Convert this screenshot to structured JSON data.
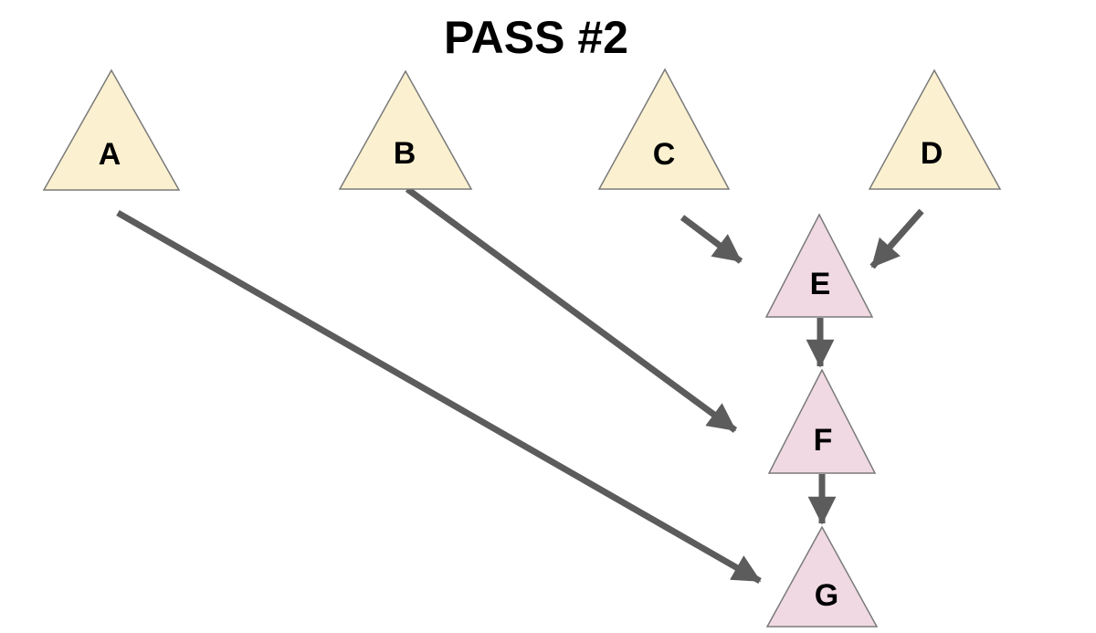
{
  "title": "PASS #2",
  "diagram": {
    "nodes": [
      {
        "id": "A",
        "label": "A",
        "fill": "#FBF1D0"
      },
      {
        "id": "B",
        "label": "B",
        "fill": "#FBF1D0"
      },
      {
        "id": "C",
        "label": "C",
        "fill": "#FBF1D0"
      },
      {
        "id": "D",
        "label": "D",
        "fill": "#FBF1D0"
      },
      {
        "id": "E",
        "label": "E",
        "fill": "#F0D9E3"
      },
      {
        "id": "F",
        "label": "F",
        "fill": "#F0D9E3"
      },
      {
        "id": "G",
        "label": "G",
        "fill": "#F0D9E3"
      }
    ],
    "edges": [
      {
        "from": "C",
        "to": "E"
      },
      {
        "from": "D",
        "to": "E"
      },
      {
        "from": "E",
        "to": "F"
      },
      {
        "from": "F",
        "to": "G"
      },
      {
        "from": "B",
        "to": "F"
      },
      {
        "from": "A",
        "to": "G"
      }
    ]
  },
  "colors": {
    "source_node_fill": "#FBF1D0",
    "merged_node_fill": "#F0D9E3",
    "node_border": "#7A7A7A",
    "arrow": "#5C5C5C",
    "title_text": "#000000",
    "background": "#FFFFFF"
  }
}
